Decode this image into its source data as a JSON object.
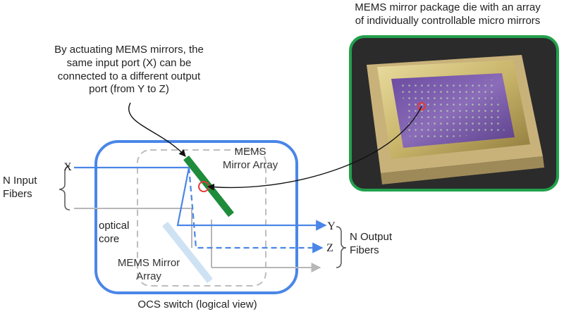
{
  "annotations": {
    "actuation_note": [
      "By actuating MEMS mirrors, the",
      "same input port (X) can be",
      "connected to a different output",
      "port (from Y to Z)"
    ],
    "package_caption": [
      "MEMS mirror package die with an array",
      "of individually controllable micro mirrors"
    ]
  },
  "labels": {
    "mems_top": [
      "MEMS",
      "Mirror Array"
    ],
    "mems_bottom": [
      "MEMS Mirror",
      "Array"
    ],
    "optical_core": [
      "optical",
      "core"
    ],
    "inputs": [
      "N Input",
      "Fibers"
    ],
    "outputs": [
      "N Output",
      "Fibers"
    ],
    "switch_caption": "OCS switch (logical view)"
  },
  "ports": {
    "x": "X",
    "y": "Y",
    "z": "Z"
  },
  "colors": {
    "switch_border": "#4a86e8",
    "beam": "#4a86e8",
    "gray_fiber": "#b7b7b7",
    "mirror_active": "#1e8c3a",
    "mirror_inactive": "#cfe2f3",
    "highlight_circle": "#e53935",
    "photo_border": "#21a04c"
  }
}
